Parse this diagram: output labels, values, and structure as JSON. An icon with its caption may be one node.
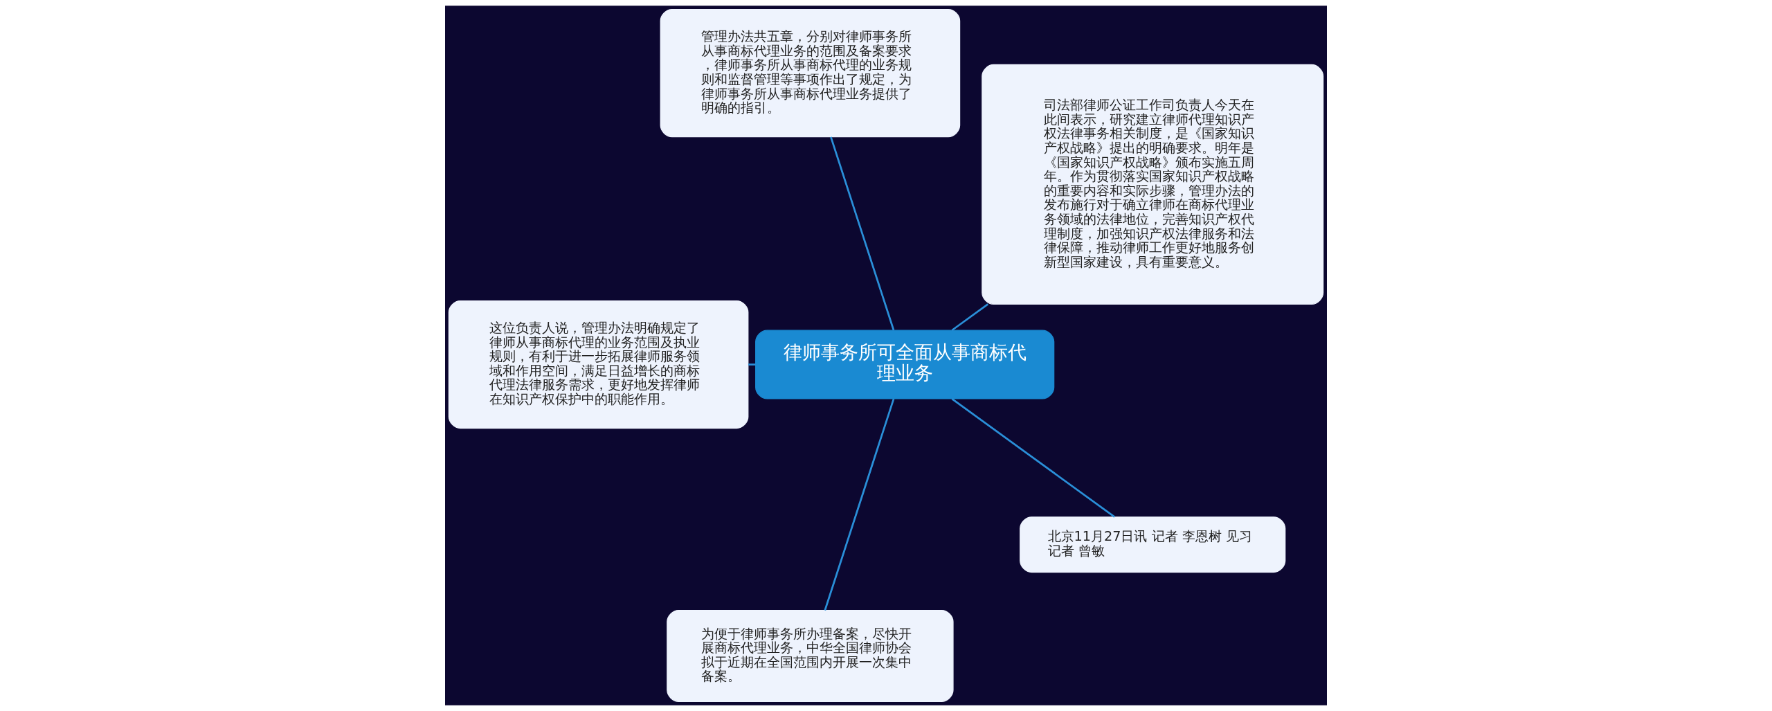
{
  "diagram": {
    "nodes": [
      {
        "text": [
          "律师事务所可全面从事商标代理业务"
        ]
      },
      {
        "text": [
          "司法部律师公证工作司负责人今天在此间表示，研究建立律师代理知识产权法律事务相关制度，是《国家知识产权战略》提出的明确要求。明年是《国家知识产权战略》颁布实施五周年。作为贯彻落实国家知识产权战略的重要内容和实际步骤，管理办法的发布施行对于确立律师在商标代理业务领域的法律地位，完善知识产权代理制度，加强知识产权法律服务和法律保障，推动律师工作更好地服务创新型国家建设，具有重要意义。"
        ]
      },
      {
        "text": [
          "管理办法共五章，分别对律师事务所从事商标代理业务的范围及备案要求，律师事务所从事商标代理的业务规则和监督管理等事项作出了规定，为律师事务所从事商标代理业务提供了明确的指引。"
        ]
      },
      {
        "text": [
          "这位负责人说，管理办法明确规定了律师从事商标代理的业务范围及执业规则，有利于进一步拓展律师服务领域和作用空间，满足日益增长的商标代理法律服务需求，更好地发挥律师在知识产权保护中的职能作用。"
        ]
      },
      {
        "text": [
          "为便于律师事务所办理备案，尽快开展商标代理业务，中华全国律师协会拟于近期在全国范围内开展一次集中备案。"
        ]
      },
      {
        "text": [
          "北京11月27日讯 记者 李恩树 见习记者 曾敏"
        ]
      }
    ],
    "edges": [
      {
        "from": 0,
        "to": 1,
        "arrow": "none"
      },
      {
        "from": 0,
        "to": 2,
        "arrow": "none"
      },
      {
        "from": 0,
        "to": 3,
        "arrow": "none"
      },
      {
        "from": 0,
        "to": 4,
        "arrow": "none"
      },
      {
        "from": 0,
        "to": 5,
        "arrow": "none"
      }
    ]
  }
}
